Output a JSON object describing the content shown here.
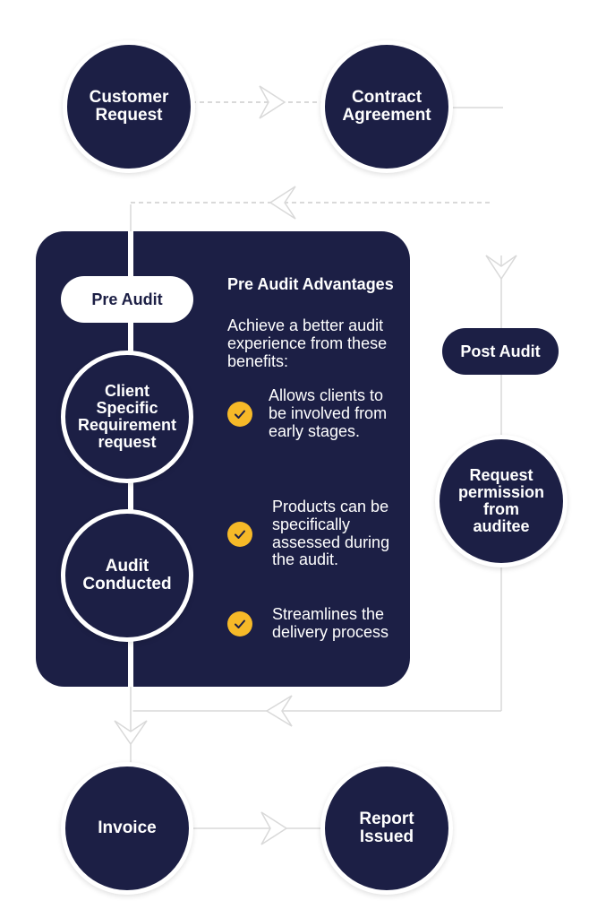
{
  "nodes": {
    "customer_request": "Customer\nRequest",
    "contract_agreement": "Contract\nAgreement",
    "client_specific": "Client\nSpecific\nRequirement\nrequest",
    "audit_conducted": "Audit\nConducted",
    "request_permission": "Request\npermission\nfrom\nauditee",
    "invoice": "Invoice",
    "report_issued": "Report\nIssued"
  },
  "pills": {
    "pre_audit": "Pre Audit",
    "post_audit": "Post Audit"
  },
  "advantages": {
    "title": "Pre Audit Advantages",
    "subtitle": "Achieve a better audit experience from these benefits:",
    "items": [
      "Allows clients to be involved from early stages.",
      "Products can be specifically assessed during the audit.",
      "Streamlines the delivery process"
    ]
  },
  "colors": {
    "navy": "#1c1f45",
    "accent": "#f6b928",
    "white": "#ffffff"
  },
  "icons": {
    "benefit_marker": "check-circle-icon",
    "connector_arrow": "arrow-icon"
  }
}
